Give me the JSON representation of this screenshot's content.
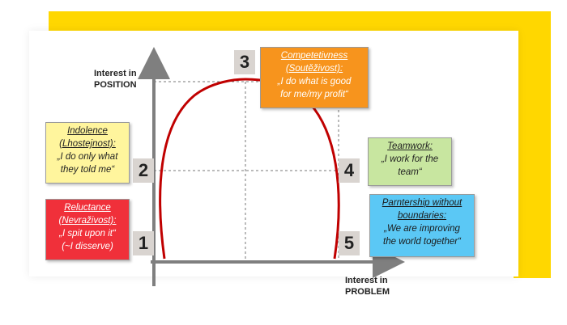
{
  "axes": {
    "y_label_line1": "Interest in",
    "y_label_line2": "POSITION",
    "x_label_line1": "Interest in",
    "x_label_line2": "PROBLEM"
  },
  "markers": [
    "1",
    "2",
    "3",
    "4",
    "5"
  ],
  "boxes": {
    "competitiveness": {
      "title": "Competetivness",
      "subtitle": "(Soutěživost):",
      "line1": "„I do what is good",
      "line2": "for me/my profit“",
      "color": "#F7941D"
    },
    "indolence": {
      "title": "Indolence",
      "subtitle": "(Lhostejnost):",
      "line1": "„I do only what",
      "line2": "they told me“",
      "color": "#FFF59D"
    },
    "reluctance": {
      "title": "Reluctance",
      "subtitle": "(Nevraživost):",
      "line1": "„I spit upon it“",
      "line2": "(~I disserve)",
      "color": "#F0303A"
    },
    "teamwork": {
      "title": "Teamwork:",
      "line1": "„I work for the",
      "line2": "team“",
      "color": "#C8E6A0"
    },
    "partnership": {
      "title": "Parntership without",
      "subtitle": "boundaries:",
      "line1": "„We are improving",
      "line2": "the world together“",
      "color": "#5BC8F5"
    }
  },
  "colors": {
    "brand_yellow": "#FFD700",
    "curve": "#C00000",
    "axis": "#7F7F7F",
    "marker_bg": "#D9D4D0"
  }
}
